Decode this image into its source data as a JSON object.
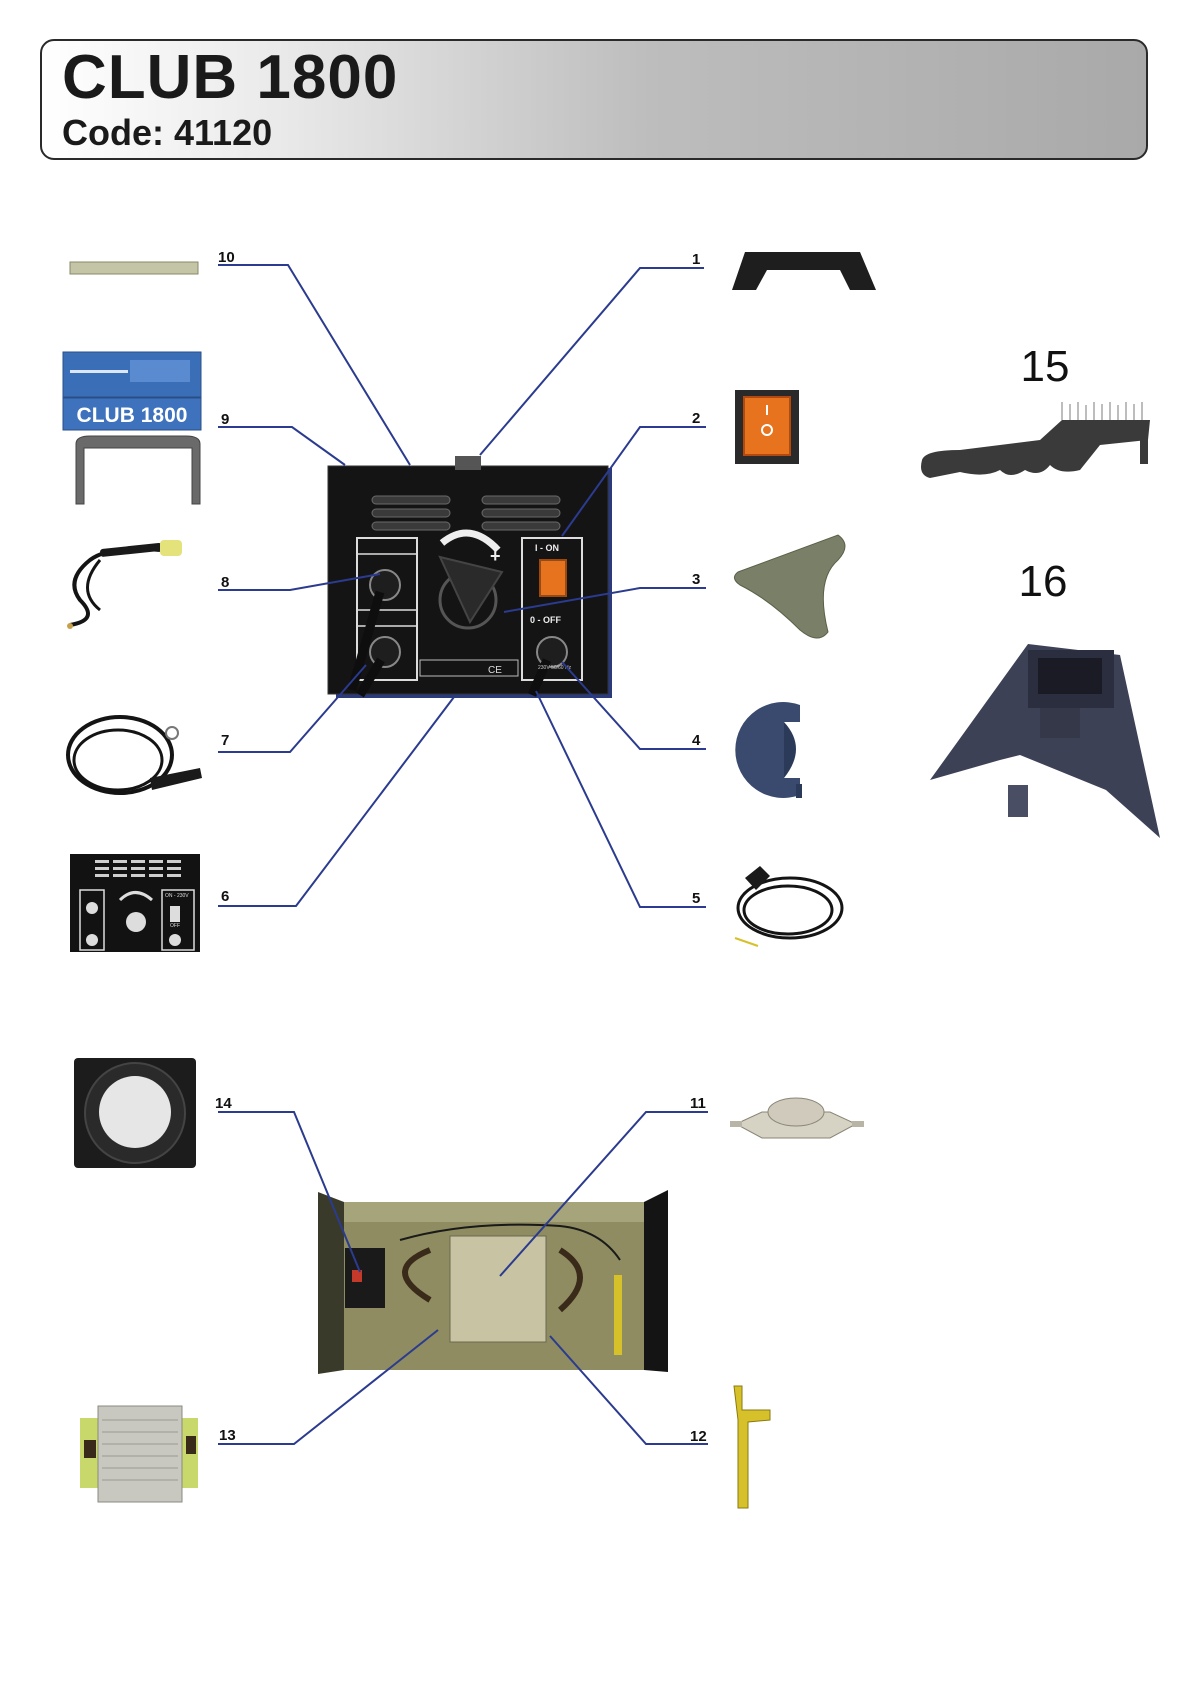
{
  "header": {
    "title": "CLUB 1800",
    "code": "Code: 41120"
  },
  "main_unit": {
    "panel_on_label": "I - ON",
    "panel_off_label": "0 - OFF",
    "panel_cert_text": "CE",
    "panel_rating_text": "230V 50/60 Hz"
  },
  "parts": {
    "p1": "1",
    "p2": "2",
    "p3": "3",
    "p4": "4",
    "p5": "5",
    "p6": "6",
    "p7": "7",
    "p8": "8",
    "p9": "9",
    "p10": "10",
    "p11": "11",
    "p12": "12",
    "p13": "13",
    "p14": "14",
    "p15": "15",
    "p16": "16"
  },
  "part9_label": "CLUB 1800",
  "part6_panel": {
    "on_label": "ON - 230V",
    "off_label": "OFF"
  },
  "colors": {
    "leader": "#2b3b8f",
    "switch": "#e8731e",
    "yellow": "#d6c12a"
  }
}
